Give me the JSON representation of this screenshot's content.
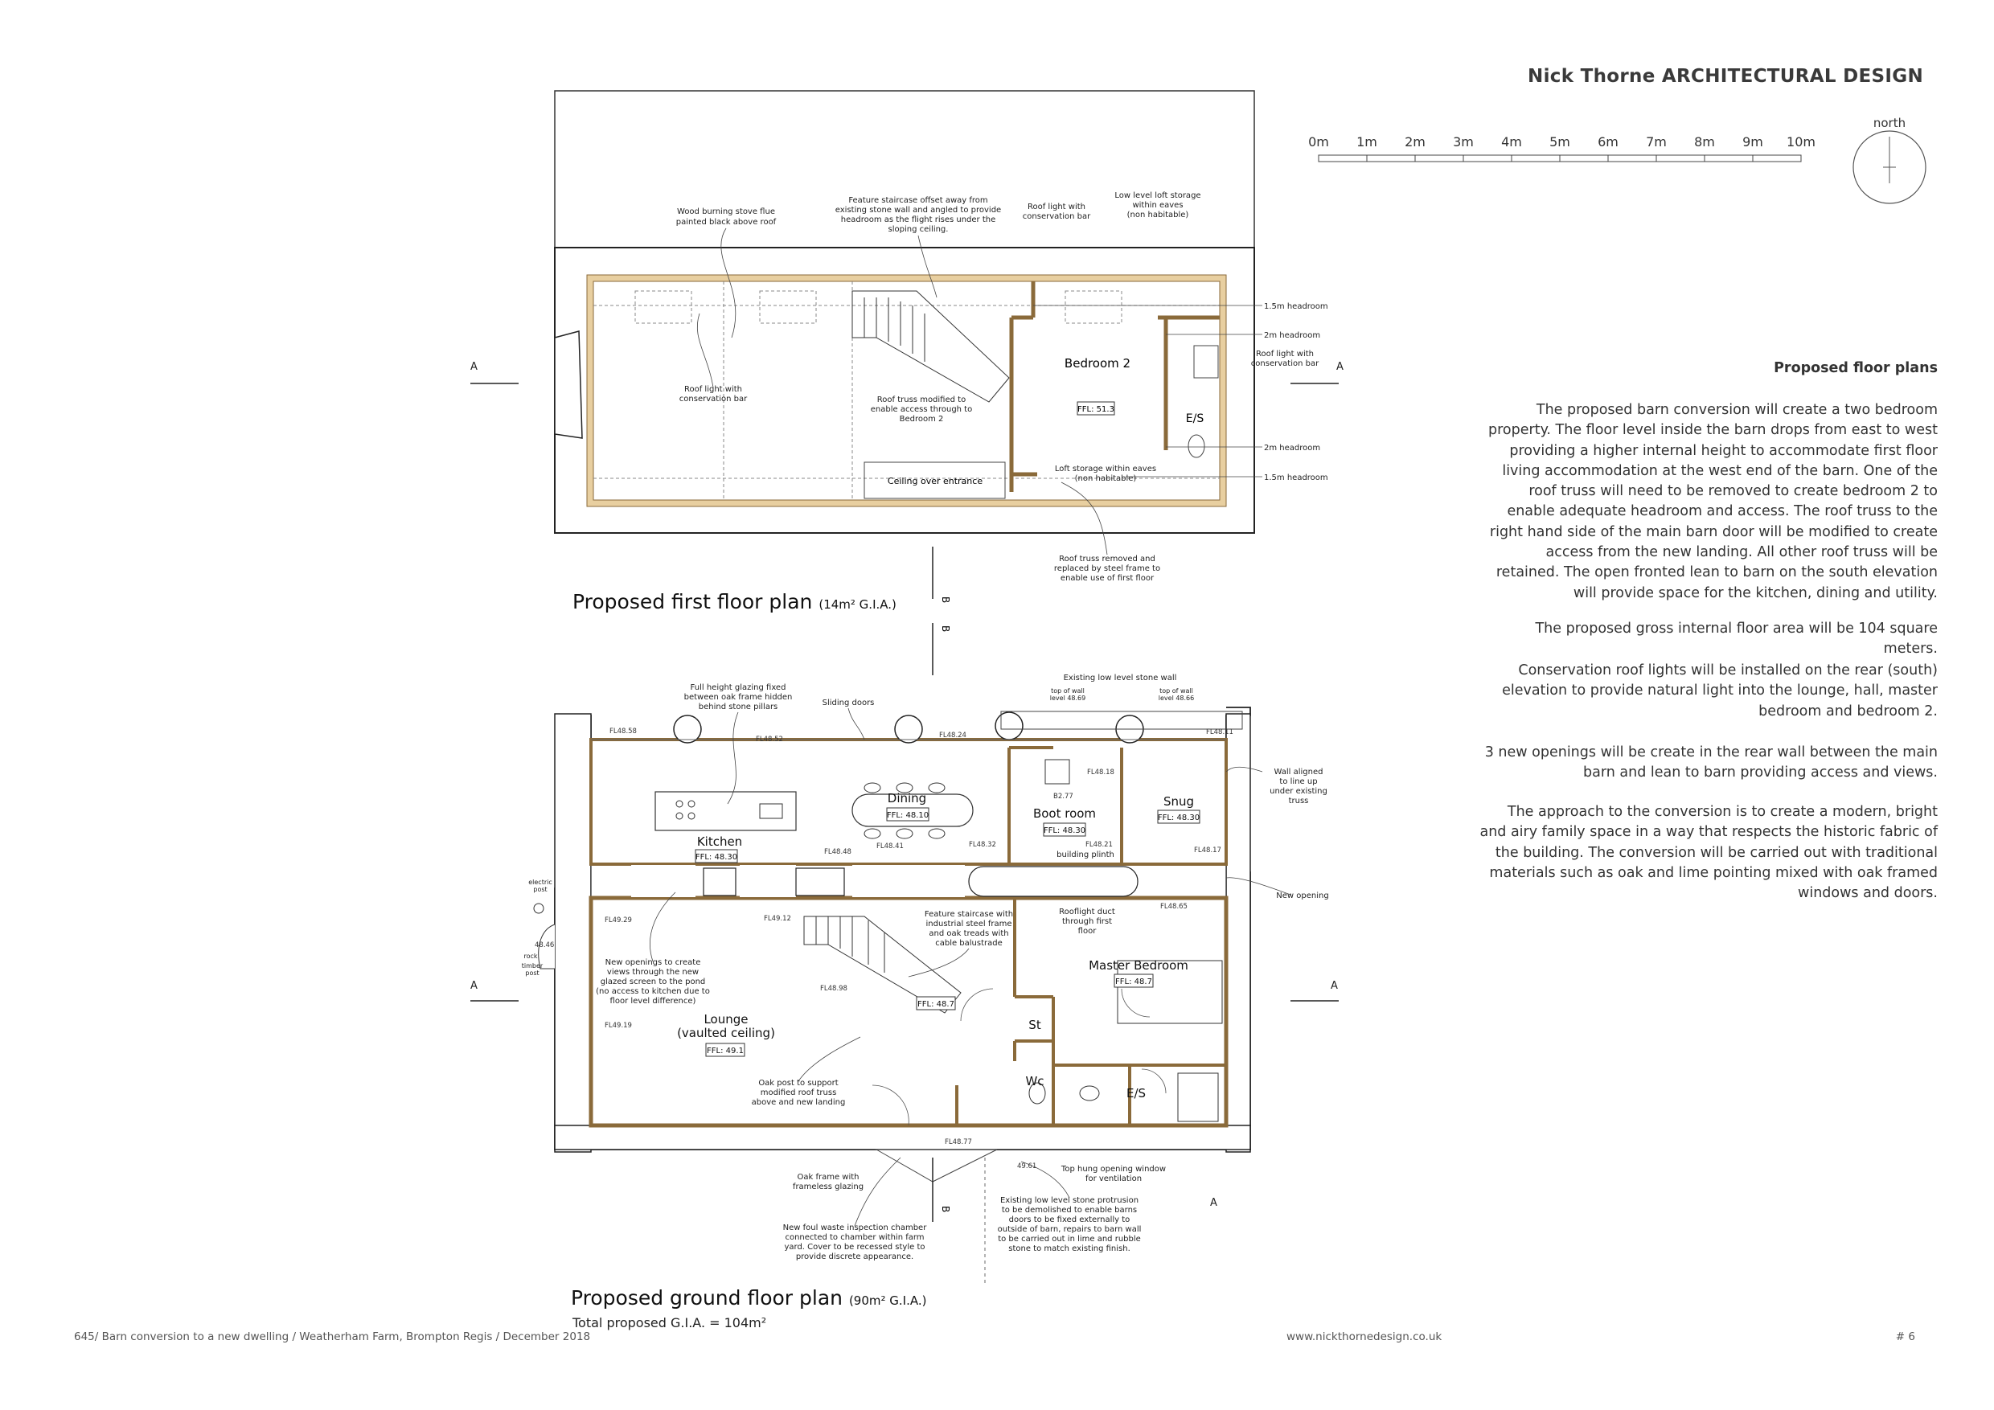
{
  "header": {
    "brand_light": "Nick Thorne",
    "brand_bold": "ARCHITECTURAL DESIGN"
  },
  "scale_bar": {
    "labels": [
      "0m",
      "1m",
      "2m",
      "3m",
      "4m",
      "5m",
      "6m",
      "7m",
      "8m",
      "9m",
      "10m"
    ]
  },
  "north_arrow": {
    "label": "north"
  },
  "side_panel": {
    "title": "Proposed floor plans",
    "paragraphs": [
      "The proposed barn conversion will create a two bedroom property. The floor level inside the barn drops from east to west providing a higher internal height to accommodate first floor living accommodation at the west end of the barn. One of the roof truss will need to be removed to create bedroom 2 to enable adequate headroom and access. The roof truss to the right hand side of the main barn door will be modified to create access from the new landing. All other roof truss will be retained. The open fronted lean to barn on the south elevation will provide space for the kitchen, dining and utility.",
      "The proposed gross internal floor area will be 104 square meters.",
      "Conservation roof lights will be installed on the rear (south) elevation to provide natural light into the lounge, hall, master bedroom and bedroom 2.",
      "3 new openings will be create in the rear wall between the main barn and lean to barn providing access and views.",
      "The approach to the conversion is to create a modern, bright and airy family space in a way that respects the historic fabric of the building. The conversion will be carried out  with traditional materials such as oak and lime pointing mixed with oak framed windows and doors."
    ]
  },
  "first_floor": {
    "title": "Proposed first floor plan",
    "area": "(14m² G.I.A.)",
    "rooms": {
      "bedroom2": "Bedroom 2",
      "bedroom2_ffl": "FFL: 51.3",
      "es": "E/S",
      "ceiling": "Ceiling over entrance"
    },
    "notes": {
      "stove_1": "Wood burning stove flue",
      "stove_2": "painted black above roof",
      "stair_1": "Feature staircase offset away from",
      "stair_2": "existing stone wall and angled to provide",
      "stair_3": "headroom as the flight rises under the",
      "stair_4": "sloping ceiling.",
      "rooflight_1": "Roof light with",
      "rooflight_2": "conservation bar",
      "loft_1": "Low level loft storage",
      "loft_2": "within eaves",
      "loft_3": "(non habitable)",
      "rl2_1": "Roof light with",
      "rl2_2": "conservation bar",
      "rl3_1": "Roof light with",
      "rl3_2": "conservation bar",
      "truss_1": "Roof truss modified to",
      "truss_2": "enable access through to",
      "truss_3": "Bedroom 2",
      "loft2_1": "Loft storage within eaves",
      "loft2_2": "(non habitable)",
      "tr_rem_1": "Roof truss removed and",
      "tr_rem_2": "replaced by steel frame to",
      "tr_rem_3": "enable use of first floor",
      "h15a": "1.5m headroom",
      "h2a": "2m headroom",
      "h2b": "2m headroom",
      "h15b": "1.5m headroom"
    },
    "section_a": "A",
    "section_b": "B"
  },
  "ground_floor": {
    "title": "Proposed ground floor plan",
    "area": "(90m² G.I.A.)",
    "total": "Total proposed G.I.A. = 104m²",
    "rooms": {
      "dining": "Dining",
      "dining_ffl": "FFL: 48.10",
      "kitchen": "Kitchen",
      "kitchen_ffl": "FFL: 48.30",
      "boot": "Boot room",
      "boot_ffl": "FFL: 48.30",
      "snug": "Snug",
      "snug_ffl": "FFL: 48.30",
      "master": "Master Bedroom",
      "master_ffl": "FFL: 48.7",
      "lounge_1": "Lounge",
      "lounge_2": "(vaulted ceiling)",
      "lounge_ffl": "FFL: 49.1",
      "hall_ffl": "FFL: 48.7",
      "st": "St",
      "wc": "Wc",
      "es": "E/S"
    },
    "notes": {
      "glaze_1": "Full height glazing fixed",
      "glaze_2": "between oak frame hidden",
      "glaze_3": "behind stone pillars",
      "sliding": "Sliding doors",
      "lowwall": "Existing low level stone wall",
      "wall_1": "Wall aligned",
      "wall_2": "to line up",
      "wall_3": "under existing",
      "wall_4": "truss",
      "newopen": "New opening",
      "stair_1": "Feature staircase with",
      "stair_2": "industrial steel frame",
      "stair_3": "and oak treads with",
      "stair_4": "cable balustrade",
      "duct_1": "Rooflight duct",
      "duct_2": "through first",
      "duct_3": "floor",
      "views_1": "New openings to create",
      "views_2": "views through the new",
      "views_3": "glazed screen to the pond",
      "views_4": "(no access to kitchen due to",
      "views_5": "floor level difference)",
      "oak_1": "Oak post to support",
      "oak_2": "modified roof truss",
      "oak_3": "above and new landing",
      "oakframe_1": "Oak frame with",
      "oakframe_2": "frameless glazing",
      "foul_1": "New foul waste inspection chamber",
      "foul_2": "connected to chamber within farm",
      "foul_3": "yard. Cover to be recessed style to",
      "foul_4": "provide discrete appearance.",
      "prot_1": "Existing low level stone protrusion",
      "prot_2": "to be demolished to enable barns",
      "prot_3": "doors to be fixed externally to",
      "prot_4": "outside of barn, repairs to barn wall",
      "prot_5": "to be carried out in lime and rubble",
      "prot_6": "stone to match existing finish.",
      "tophung_1": "Top hung opening window",
      "tophung_2": "for ventilation",
      "electric_1": "electric",
      "electric_2": "post",
      "rock": "rock",
      "timber_1": "timber",
      "timber_2": "post",
      "tow_1": "top of wall",
      "tow_2": "level 48.69",
      "tow_3": "top of wall",
      "tow_4": "level 48.66",
      "plinth": "building plinth"
    },
    "levels": {
      "fl4858": "FL48.58",
      "fl4852": "FL48.52",
      "fl4824": "FL48.24",
      "fl4811": "FL48.11",
      "fl4818": "FL48.18",
      "b277": "B2.77",
      "fl4848": "FL48.48",
      "fl4841": "FL48.41",
      "fl4832": "FL48.32",
      "fl4821": "FL48.21",
      "fl4817": "FL48.17",
      "fl4929": "FL49.29",
      "fl4912": "FL49.12",
      "fl4865": "FL48.65",
      "fl4898": "FL48.98",
      "fl4919": "FL49.19",
      "fl4877": "FL48.77",
      "l4846": "48.46",
      "l4961": "49.61"
    },
    "section_a": "A",
    "section_b": "B"
  },
  "footer": {
    "project": "645/ Barn conversion to a new dwelling / Weatherham Farm, Brompton Regis / December 2018",
    "website": "www.nickthornedesign.co.uk",
    "page": "# 6"
  },
  "colors": {
    "oak_lining": "#e8cfa0",
    "oak_edge": "#8a6a3a",
    "stone": "#ffffff",
    "ink": "#222222"
  }
}
